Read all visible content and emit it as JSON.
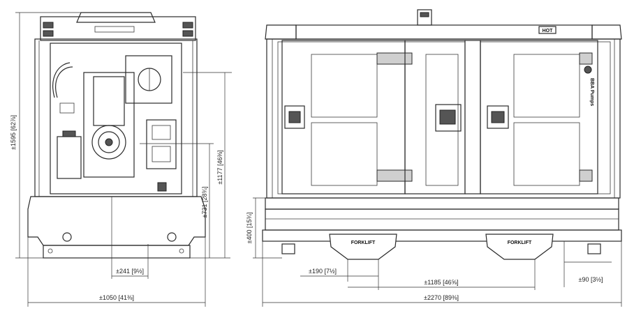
{
  "dimensions": {
    "front_height": "±1595 [62⅞]",
    "front_inner_height": "±1177 [46⅜]",
    "front_mid_height": "±731 [28¾]",
    "front_offset": "±241 [9½]",
    "front_width": "±1050 [41⅜]",
    "side_base_height": "±400 [15¾]",
    "fork_width": "±190 [7½]",
    "fork_spacing": "±1185 [46⅝]",
    "side_end_offset": "±90 [3½]",
    "side_width": "±2270 [89⅜]"
  },
  "labels": {
    "hot": "HOT",
    "forklift_left": "FORKLIFT",
    "forklift_right": "FORKLIFT",
    "brand": "BBA Pumps"
  },
  "icons": [
    "bba-logo-icon",
    "latch-icon"
  ]
}
